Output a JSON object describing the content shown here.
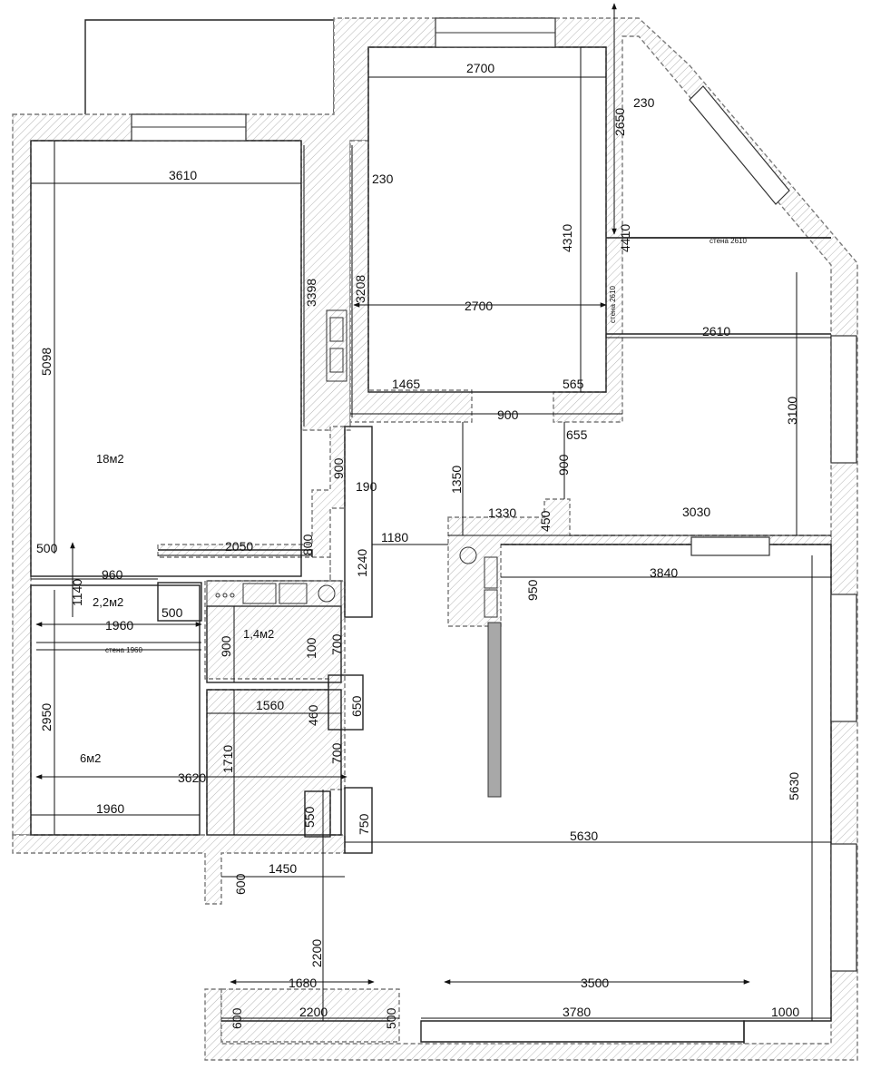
{
  "rooms": [
    {
      "id": "room-18",
      "label": "18м2"
    },
    {
      "id": "room-2-2",
      "label": "2,2м2"
    },
    {
      "id": "room-1-4",
      "label": "1,4м2"
    },
    {
      "id": "room-6",
      "label": "6м2"
    }
  ],
  "dims": {
    "d2700_top": "2700",
    "d230_topright": "230",
    "d2650": "2650",
    "d3610": "3610",
    "d230_mid": "230",
    "d4310": "4310",
    "d4410": "4410",
    "wall2610_small": "стена 2610",
    "d3398": "3398",
    "d3208": "3208",
    "d2700_mid": "2700",
    "wall2610_vert": "стена 2610",
    "d2610": "2610",
    "d5098": "5098",
    "d1465": "1465",
    "d565": "565",
    "d900_door": "900",
    "d3100": "3100",
    "d655": "655",
    "d900_left": "900",
    "d190": "190",
    "d1350": "1350",
    "d900_right": "900",
    "d1330": "1330",
    "d450": "450",
    "d3030": "3030",
    "d2050": "2050",
    "d800": "800",
    "d1180": "1180",
    "d500_left": "500",
    "d1240": "1240",
    "d960": "960",
    "d3840": "3840",
    "d950": "950",
    "d1140": "1140",
    "d500_mid": "500",
    "d1960_top": "1960",
    "wall1960": "стена 1960",
    "d900_bath": "900",
    "d100": "100",
    "d700_a": "700",
    "d1560": "1560",
    "d460": "460",
    "d650": "650",
    "d2950": "2950",
    "d1710": "1710",
    "d700_b": "700",
    "d3620": "3620",
    "d5630_vert": "5630",
    "d1960_bottom": "1960",
    "d550": "550",
    "d750": "750",
    "d5630_horiz": "5630",
    "d600_a": "600",
    "d1450": "1450",
    "d2200_vert": "2200",
    "d1680": "1680",
    "d3500": "3500",
    "d600_b": "600",
    "d2200_horiz": "2200",
    "d500_bottom": "500",
    "d3780": "3780",
    "d1000": "1000"
  }
}
